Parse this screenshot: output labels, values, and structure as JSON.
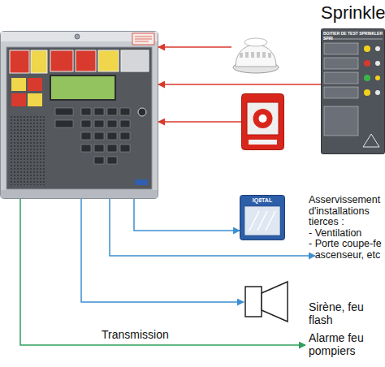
{
  "diagram": {
    "nodes": [
      {
        "text": []
      },
      {
        "text": [
          "Sprinkle",
          "BOITIER DE TEST SPRINKLER SPRI"
        ]
      },
      {
        "text": []
      },
      {
        "text": []
      },
      {
        "text": [
          "IQ8TAL",
          "Asservissement d'installations tierces :",
          "- Ventilation",
          "- Porte coupe-fe",
          "- ascenseur, etc"
        ]
      },
      {
        "text": [
          "Sirène, feu flash"
        ]
      }
    ],
    "edges": [
      {
        "from": 2,
        "to": 0,
        "arrow": "to"
      },
      {
        "from": 1,
        "to": 0,
        "arrow": "to"
      },
      {
        "from": 3,
        "to": 0,
        "arrow": "to"
      },
      {
        "from": 0,
        "to": 4,
        "arrow": "to"
      },
      {
        "from": 0,
        "to": 5,
        "arrow": "to"
      }
    ],
    "labels": [
      "Transmission",
      "Alarme feu pompiers"
    ]
  }
}
